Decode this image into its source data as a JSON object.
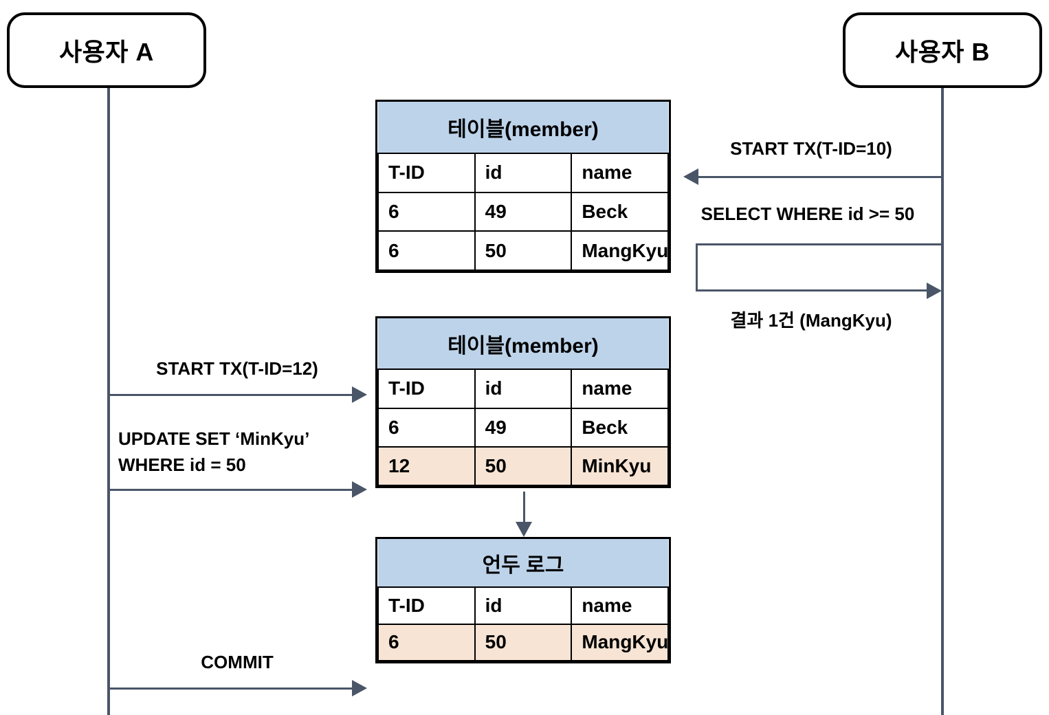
{
  "diagram": {
    "title": "MVCC transaction sequence diagram",
    "colors": {
      "table_header_blue": "#bdd3ea",
      "row_highlight_peach": "#f7e4d4",
      "arrow_slate": "#4a5568",
      "border_black": "#000000"
    }
  },
  "actors": [
    {
      "id": "a",
      "label": "사용자 A"
    },
    {
      "id": "b",
      "label": "사용자 B"
    }
  ],
  "tables": [
    {
      "id": "member_before",
      "title": "테이블(member)",
      "columns": [
        "T-ID",
        "id",
        "name"
      ],
      "rows": [
        {
          "cells": [
            "6",
            "49",
            "Beck"
          ],
          "highlight": false
        },
        {
          "cells": [
            "6",
            "50",
            "MangKyu"
          ],
          "highlight": false
        }
      ]
    },
    {
      "id": "member_after",
      "title": "테이블(member)",
      "columns": [
        "T-ID",
        "id",
        "name"
      ],
      "rows": [
        {
          "cells": [
            "6",
            "49",
            "Beck"
          ],
          "highlight": false
        },
        {
          "cells": [
            "12",
            "50",
            "MinKyu"
          ],
          "highlight": true
        }
      ]
    },
    {
      "id": "undo_log",
      "title": "언두 로그",
      "columns": [
        "T-ID",
        "id",
        "name"
      ],
      "rows": [
        {
          "cells": [
            "6",
            "50",
            "MangKyu"
          ],
          "highlight": true
        }
      ]
    }
  ],
  "messages": [
    {
      "id": "b_start_tx",
      "text": "START TX(T-ID=10)",
      "direction": "left",
      "actor": "b"
    },
    {
      "id": "b_select",
      "text": "SELECT WHERE id >= 50",
      "direction": "left",
      "actor": "b"
    },
    {
      "id": "b_result",
      "text": "결과 1건 (MangKyu)",
      "direction": "right",
      "actor": "b"
    },
    {
      "id": "a_start_tx",
      "text": "START TX(T-ID=12)",
      "direction": "right",
      "actor": "a"
    },
    {
      "id": "a_update",
      "text": "UPDATE SET ‘MinKyu’\nWHERE id = 50",
      "direction": "right",
      "actor": "a"
    },
    {
      "id": "a_commit",
      "text": "COMMIT",
      "direction": "right",
      "actor": "a"
    }
  ]
}
